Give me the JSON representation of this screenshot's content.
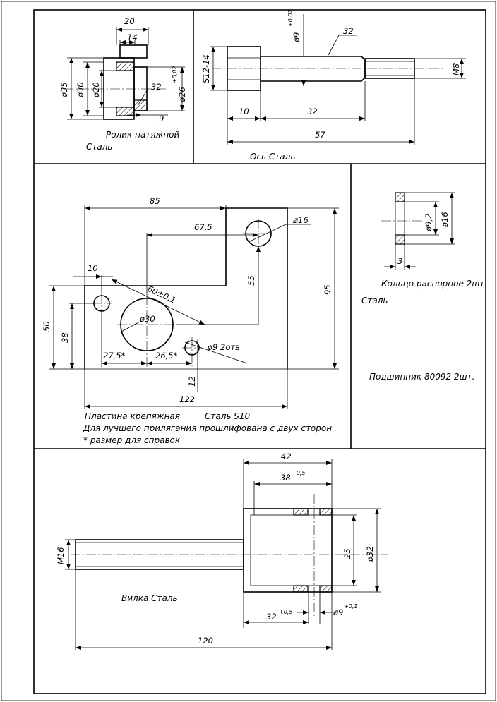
{
  "roller": {
    "dims": [
      "20",
      "14",
      "ø35",
      "ø30",
      "ø20",
      "32",
      "ø26",
      "+0,02",
      "9"
    ],
    "caption": "Ролик натяжной",
    "material": "Сталь"
  },
  "axle": {
    "dims": [
      "ø9",
      "+0,02",
      "32",
      "S12-14",
      "M8",
      "10",
      "32",
      "57"
    ],
    "caption": "Ось   Сталь"
  },
  "plate": {
    "dims": [
      "85",
      "67,5",
      "ø16",
      "10",
      "60±0,1",
      "55",
      "95",
      "50",
      "38",
      "ø30",
      "ø9  2отв",
      "27,5*",
      "26,5*",
      "12",
      "122"
    ],
    "caption": "Пластина крепяжная",
    "material": "Сталь S10",
    "note1": "Для лучшего прилягания прошлифована с двух сторон",
    "note2": "* размер для справок"
  },
  "spacer": {
    "dims": [
      "ø9,2",
      "ø16",
      "3"
    ],
    "caption": "Кольцо распорное 2шт.",
    "material": "Сталь"
  },
  "bearing": {
    "caption": "Подшипник 80092 2шт."
  },
  "fork": {
    "dims": [
      "42",
      "38",
      "+0,5",
      "M16",
      "25",
      "ø32",
      "32",
      "+0,5",
      "ø9",
      "+0,1",
      "120"
    ],
    "caption": "Вилка   Сталь"
  }
}
